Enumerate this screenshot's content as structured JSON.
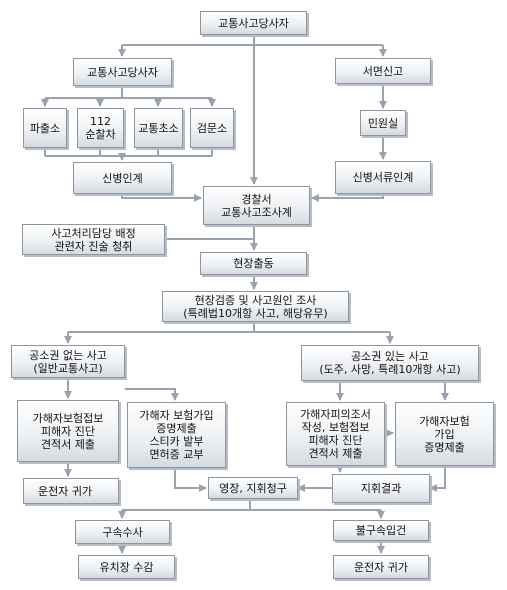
{
  "nodes": {
    "root": "교통사고당사자",
    "party": "교통사고당사자",
    "written": "서면신고",
    "police_box": "파출소",
    "patrol_112": "112\n순찰차",
    "traffic_post": "교통초소",
    "checkpoint": "검문소",
    "civil_office": "민원실",
    "handover_person": "신병인계",
    "handover_docs": "신병서류인계",
    "police_station": "경찰서\n교통사고조사계",
    "assign": "사고처리담당 배정\n관련자 진술 청취",
    "dispatch": "현장출동",
    "inspect": "현장검증 및 사고원인 조사\n(특례법10개항 사고, 해당유무)",
    "no_indict": "공소권 없는 사고\n(일반교통사고)",
    "indict": "공소권 있는 사고\n(도주, 사망, 특례10개항 사고)",
    "ni_left": "가해자보험접보\n피해자 진단\n견적서 제출",
    "ni_right": "가해자 보험가입\n증명제출\n스티카 발부\n면허증 교부",
    "i_left": "가해자피의조서\n작성, 보험접보\n피해자 진단\n견적서 제출",
    "i_right": "가해자보험\n가입\n증명제출",
    "driver_return_1": "운전자 귀가",
    "warrant": "영장, 지휘청구",
    "command_result": "지휘결과",
    "arrest_invest": "구속수사",
    "non_arrest": "불구속입건",
    "detention": "유치장 수감",
    "driver_return_2": "운전자 귀가"
  },
  "colors": {
    "line": "#9aa3ad",
    "border": "#8d96a1",
    "fill_top": "#ffffff",
    "fill_bottom": "#d6dbe1"
  }
}
